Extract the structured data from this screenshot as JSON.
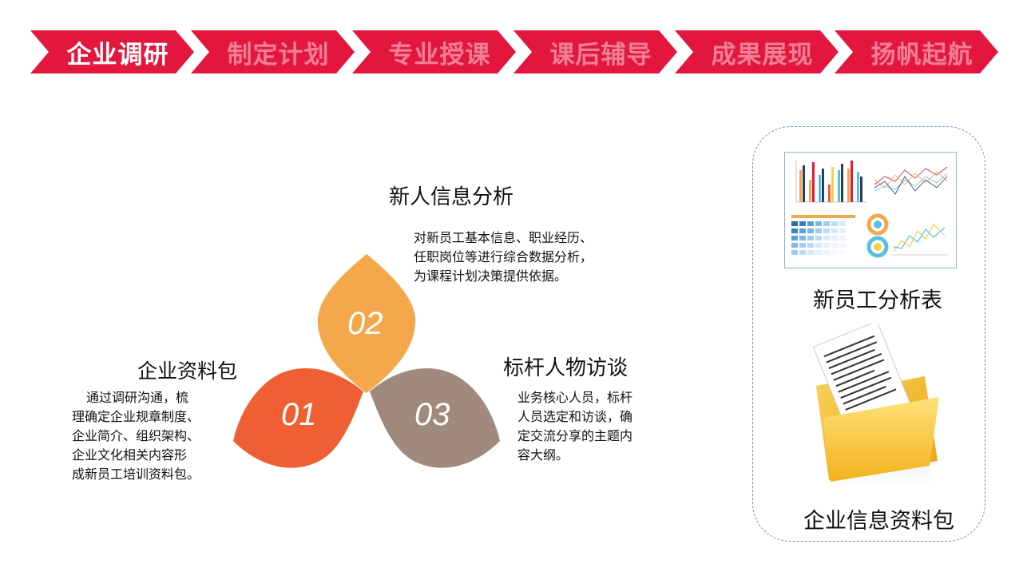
{
  "steps": [
    {
      "label": "企业调研",
      "active": true
    },
    {
      "label": "制定计划",
      "active": false
    },
    {
      "label": "专业授课",
      "active": false
    },
    {
      "label": "课后辅导",
      "active": false
    },
    {
      "label": "成果展现",
      "active": false
    },
    {
      "label": "扬帆起航",
      "active": false
    }
  ],
  "petals": {
    "p01": "01",
    "p02": "02",
    "p03": "03"
  },
  "colors": {
    "red": "#e3173e",
    "orange_red": "#ef5f33",
    "amber": "#f5a84b",
    "taupe": "#a08a7d"
  },
  "sections": {
    "info": {
      "title": "新人信息分析",
      "lines": [
        "对新员工基本信息、职业经历、",
        "任职岗位等进行综合数据分析，",
        "为课程计划决策提供依据。"
      ]
    },
    "company": {
      "title": "企业资料包",
      "lines": [
        "通过调研沟通，梳",
        "理确定企业规章制度、",
        "企业简介、组织架构、",
        "企业文化相关内容形",
        "成新员工培训资料包。"
      ]
    },
    "interview": {
      "title": "标杆人物访谈",
      "lines": [
        "业务核心人员，标杆",
        "人员选定和访谈，确",
        "定交流分享的主题内",
        "容大纲。"
      ]
    }
  },
  "panel": {
    "caption_top": "新员工分析表",
    "caption_bottom": "企业信息资料包",
    "dashboard_icon": "analytics-dashboard-icon",
    "folder_icon": "folder-with-document-icon"
  }
}
